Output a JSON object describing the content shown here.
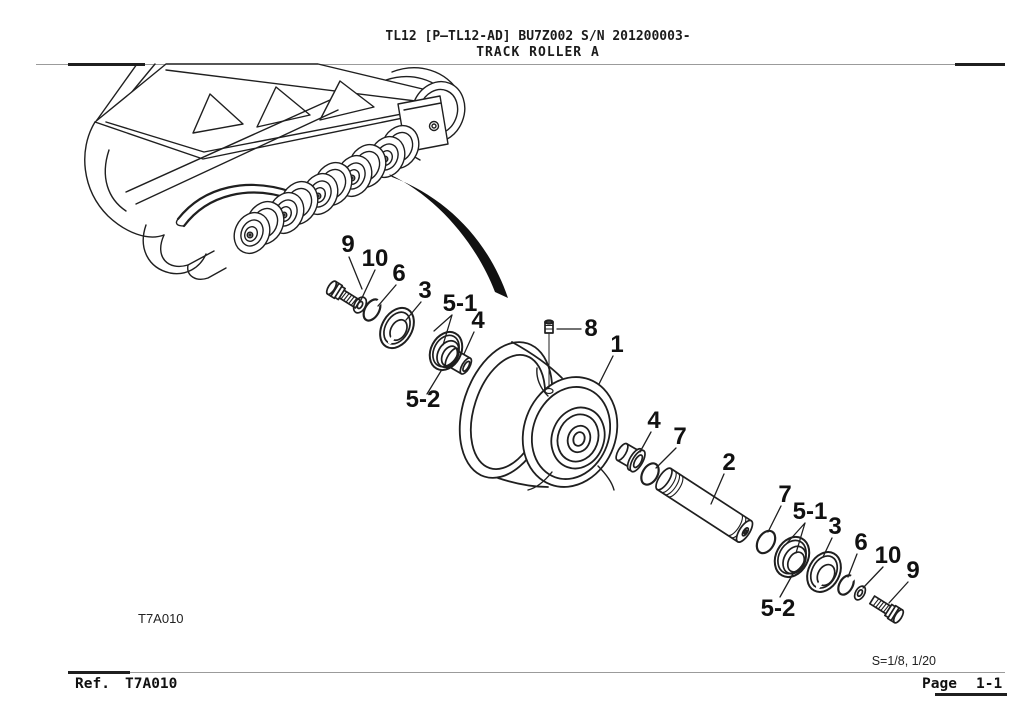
{
  "header": {
    "line1": "TL12 [P—TL12-AD] BU7Z002 S/N 201200003-",
    "line2": "TRACK ROLLER A"
  },
  "figure": {
    "code": "T7A010",
    "scale_note": "S=1/8, 1/20"
  },
  "footer": {
    "ref_label": "Ref.",
    "ref_value": "T7A010",
    "page_label": "Page",
    "page_value": "1-1"
  },
  "diagram": {
    "callouts": [
      {
        "id": "9-left",
        "text": "9"
      },
      {
        "id": "10-left",
        "text": "10"
      },
      {
        "id": "6-left",
        "text": "6"
      },
      {
        "id": "3-left",
        "text": "3"
      },
      {
        "id": "5-1-left",
        "text": "5-1"
      },
      {
        "id": "4-left",
        "text": "4"
      },
      {
        "id": "5-2-left",
        "text": "5-2"
      },
      {
        "id": "8",
        "text": "8"
      },
      {
        "id": "1",
        "text": "1"
      },
      {
        "id": "4-right",
        "text": "4"
      },
      {
        "id": "7-inner",
        "text": "7"
      },
      {
        "id": "2",
        "text": "2"
      },
      {
        "id": "7-outer",
        "text": "7"
      },
      {
        "id": "5-1-right",
        "text": "5-1"
      },
      {
        "id": "3-right",
        "text": "3"
      },
      {
        "id": "6-right",
        "text": "6"
      },
      {
        "id": "10-right",
        "text": "10"
      },
      {
        "id": "9-right",
        "text": "9"
      },
      {
        "id": "5-2-right",
        "text": "5-2"
      }
    ]
  },
  "colors": {
    "line": "#1f1f1f",
    "rule_thin": "#9b9b9b",
    "rule_thick": "#1f1f1f",
    "background": "#ffffff"
  }
}
